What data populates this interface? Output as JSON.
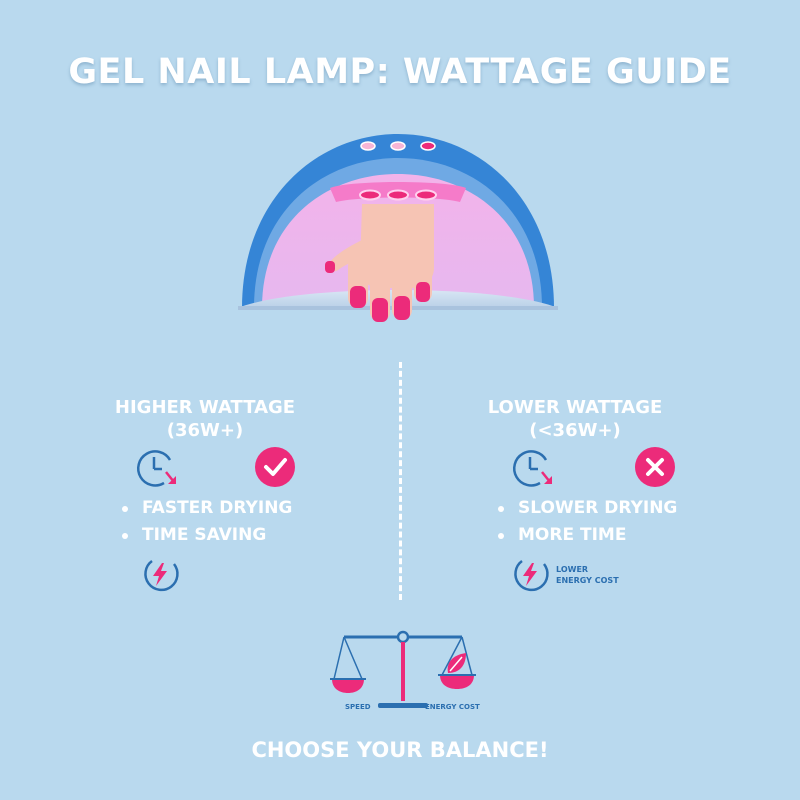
{
  "title": "GEL NAIL LAMP: WATTAGE GUIDE",
  "higher": {
    "heading": "HIGHER WATTAGE",
    "range": "(36W+)",
    "bullets": [
      "FASTER DRYING",
      "TIME SAVING"
    ]
  },
  "lower": {
    "heading": "LOWER WATTAGE",
    "range": "(<36W+)",
    "bullets": [
      "SLOWER DRYING",
      "MORE TIME"
    ],
    "energy_note_line1": "LOWER",
    "energy_note_line2": "ENERGY COST"
  },
  "scale": {
    "left_label": "SPEED",
    "right_label": "ENERGY COST"
  },
  "tagline": "CHOOSE YOUR BALANCE!",
  "colors": {
    "background": "#b9d9ee",
    "lamp_blue": "#3585d6",
    "accent_pink": "#ec2b7a",
    "icon_blue": "#2b6fb0",
    "skin": "#f6c4b4"
  },
  "icons": [
    "clock-icon",
    "check-icon",
    "cross-icon",
    "lightning-icon",
    "scale-icon",
    "leaf-icon"
  ]
}
